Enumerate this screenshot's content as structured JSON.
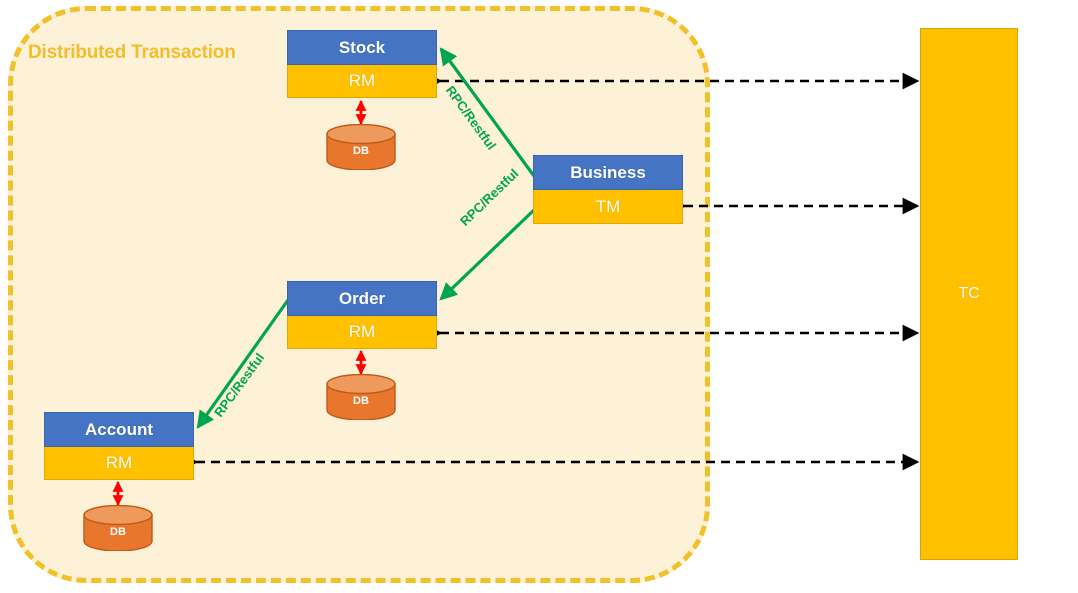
{
  "diagram": {
    "title": "Distributed Transaction",
    "boundary_label": "Distributed Transaction",
    "colors": {
      "boundary_border": "#F2C029",
      "boundary_fill": "#FDF1D7",
      "service_header": "#4574C4",
      "service_role": "#FFC000",
      "coordinator": "#FFC000",
      "rpc_link": "#00A550",
      "db_link": "#FF0000",
      "protocol_link": "#000000",
      "db_body": "#E8762C",
      "db_top": "#EE9A5C"
    },
    "services": [
      {
        "name": "Stock",
        "header": "Stock",
        "role": "RM",
        "db": "DB"
      },
      {
        "name": "Order",
        "header": "Order",
        "role": "RM",
        "db": "DB"
      },
      {
        "name": "Account",
        "header": "Account",
        "role": "RM",
        "db": "DB"
      },
      {
        "name": "Business",
        "header": "Business",
        "role": "TM",
        "db": null
      }
    ],
    "coordinator": {
      "label": "TC"
    },
    "rpc_links": [
      {
        "from": "Business",
        "to": "Stock",
        "label": "RPC/Restful"
      },
      {
        "from": "Business",
        "to": "Order",
        "label": "RPC/Restful"
      },
      {
        "from": "Order",
        "to": "Account",
        "label": "RPC/Restful"
      }
    ],
    "tc_links": [
      {
        "from": "Stock",
        "to": "TC"
      },
      {
        "from": "Business",
        "to": "TC"
      },
      {
        "from": "Order",
        "to": "TC"
      },
      {
        "from": "Account",
        "to": "TC"
      }
    ],
    "db_links": [
      {
        "from": "Stock",
        "to": "DB"
      },
      {
        "from": "Order",
        "to": "DB"
      },
      {
        "from": "Account",
        "to": "DB"
      }
    ]
  }
}
